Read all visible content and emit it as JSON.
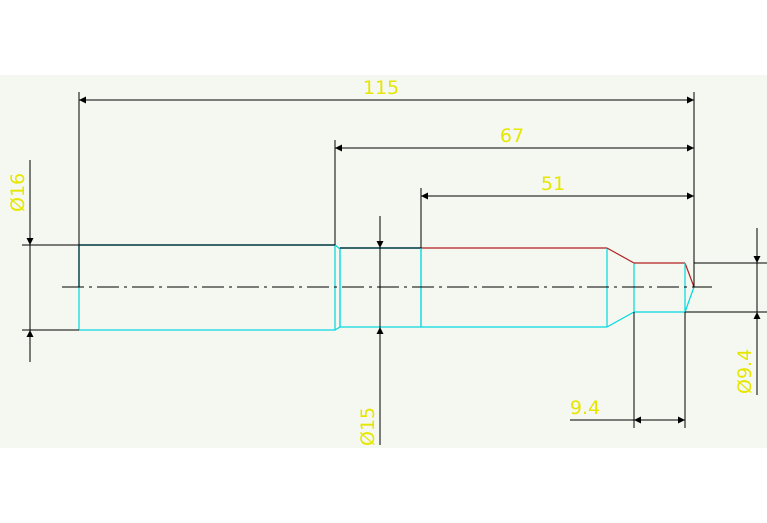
{
  "drawing": {
    "dimensions": {
      "overall_length": "115",
      "length_67": "67",
      "length_51": "51",
      "diameter_large": "Ø16",
      "diameter_mid": "Ø15",
      "diameter_tip": "Ø9.4",
      "tip_length": "9.4"
    }
  },
  "colors": {
    "background": "#f4f8f0",
    "dimension_text": "#e6e600",
    "part_outline": "#00d8e0",
    "highlight_edge": "#b02020",
    "dimension_line": "#000000"
  }
}
